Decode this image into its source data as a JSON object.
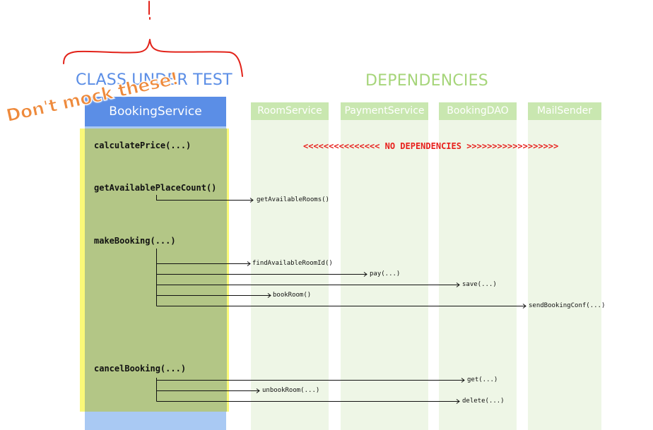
{
  "headings": {
    "class_under_test": "CLASS UNDER TEST",
    "dependencies": "DEPENDENCIES"
  },
  "class_under_test": {
    "name": "BookingService"
  },
  "dependencies": [
    {
      "name": "RoomService"
    },
    {
      "name": "PaymentService"
    },
    {
      "name": "BookingDAO"
    },
    {
      "name": "MailSender"
    }
  ],
  "methods": [
    {
      "name": "calculatePrice(...)"
    },
    {
      "name": "getAvailablePlaceCount()"
    },
    {
      "name": "makeBooking(...)"
    },
    {
      "name": "cancelBooking(...)"
    }
  ],
  "no_dependencies_text": "<<<<<<<<<<<<<<< NO DEPENDENCIES >>>>>>>>>>>>>>>>>>",
  "calls": [
    {
      "from": "getAvailablePlaceCount()",
      "to": "RoomService",
      "label": "getAvailableRooms()"
    },
    {
      "from": "makeBooking(...)",
      "to": "RoomService",
      "label": "findAvailableRoomId()"
    },
    {
      "from": "makeBooking(...)",
      "to": "PaymentService",
      "label": "pay(...)"
    },
    {
      "from": "makeBooking(...)",
      "to": "BookingDAO",
      "label": "save(...)"
    },
    {
      "from": "makeBooking(...)",
      "to": "RoomService",
      "label": "bookRoom()"
    },
    {
      "from": "makeBooking(...)",
      "to": "MailSender",
      "label": "sendBookingConf(...)"
    },
    {
      "from": "cancelBooking(...)",
      "to": "BookingDAO",
      "label": "get(...)"
    },
    {
      "from": "cancelBooking(...)",
      "to": "RoomService",
      "label": "unbookRoom(...)"
    },
    {
      "from": "cancelBooking(...)",
      "to": "BookingDAO",
      "label": "delete(...)"
    }
  ],
  "annotation": {
    "text": "Don't mock these!"
  },
  "colors": {
    "class_heading": "#5b8ee6",
    "dependencies_heading": "#a6d57a",
    "highlight": "#faf978",
    "no_dependencies": "#e8201c",
    "annotation": "#ee8a3c",
    "scribble": "#e2231a"
  }
}
